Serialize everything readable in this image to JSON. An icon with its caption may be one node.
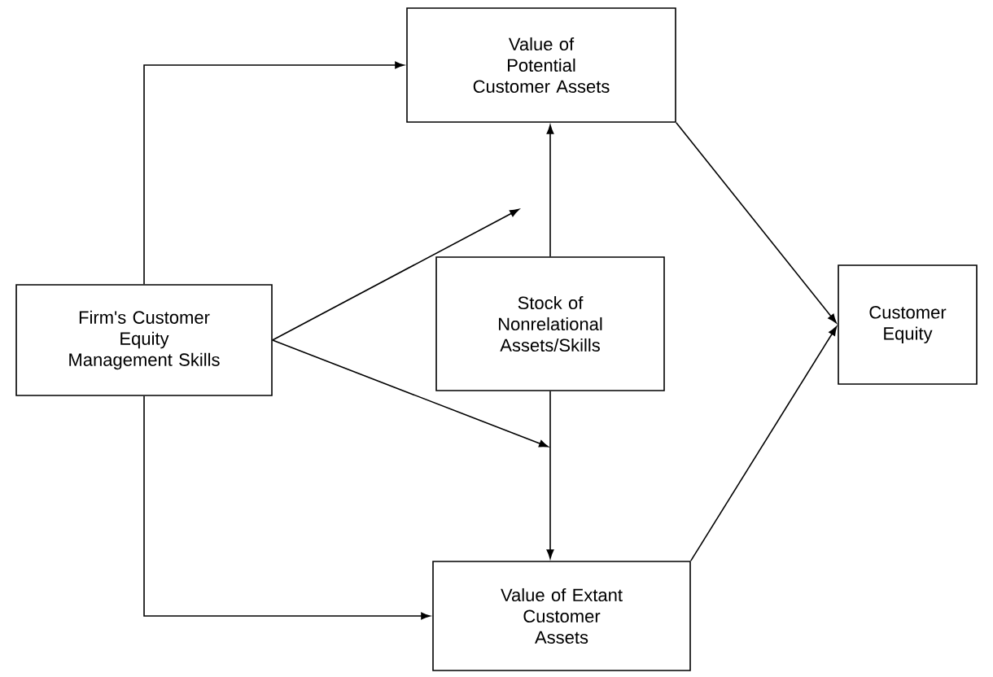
{
  "diagram": {
    "nodes": [
      {
        "text": [
          "Firm's Customer Equity Management Skills"
        ]
      },
      {
        "text": [
          "Value of Potential Customer Assets"
        ]
      },
      {
        "text": [
          "Stock of Nonrelational Assets/Skills"
        ]
      },
      {
        "text": [
          "Value of Extant Customer Assets"
        ]
      },
      {
        "text": [
          "Customer Equity"
        ]
      }
    ],
    "edges": [
      {
        "from": 0,
        "to": 1,
        "arrow": "to"
      },
      {
        "from": 0,
        "to": null,
        "arrow": "to"
      },
      {
        "from": 0,
        "to": null,
        "arrow": "to"
      },
      {
        "from": 2,
        "to": 1,
        "arrow": "to"
      },
      {
        "from": 2,
        "to": 3,
        "arrow": "to"
      },
      {
        "from": 0,
        "to": 3,
        "arrow": "to"
      },
      {
        "from": 1,
        "to": 4,
        "arrow": "to"
      },
      {
        "from": 3,
        "to": 4,
        "arrow": "to"
      }
    ]
  }
}
